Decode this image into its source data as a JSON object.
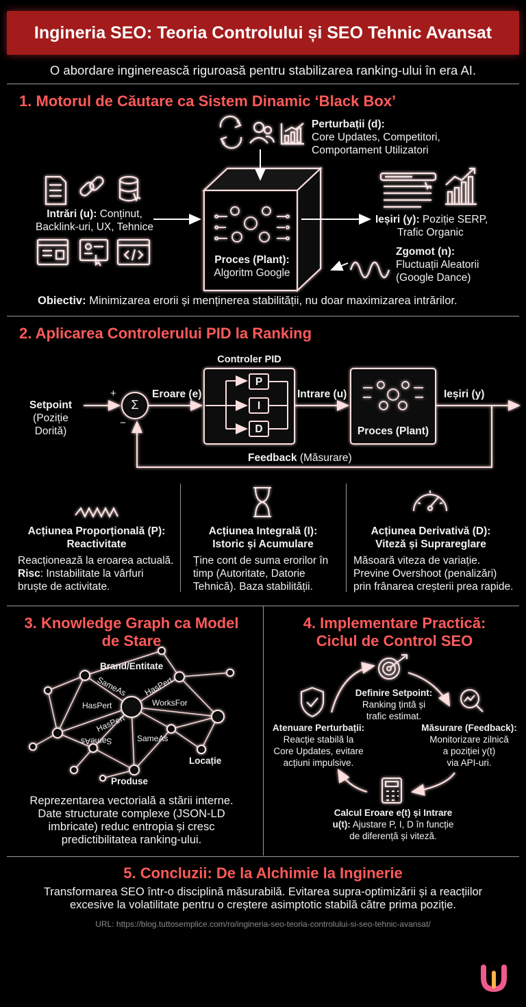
{
  "header": {
    "title": "Ingineria SEO: Teoria Controlului și SEO Tehnic Avansat",
    "subtitle": "O abordare inginerească riguroasă pentru stabilizarea ranking-ului în era AI."
  },
  "section1": {
    "title": "1. Motorul de Căutare ca Sistem Dinamic ‘Black Box’",
    "disturb_label": "Perturbații (d):",
    "disturb_text1": "Core Updates, Competitori,",
    "disturb_text2": "Comportament Utilizatori",
    "inputs_label": "Intrări (u):",
    "inputs_text1": " Conținut,",
    "inputs_text2": "Backlink-uri, UX, Tehnice",
    "plant_label": "Proces (Plant):",
    "plant_text": "Algoritm Google",
    "outputs_label": "Ieșiri (y):",
    "outputs_text1": " Poziție SERP,",
    "outputs_text2": "Trafic Organic",
    "noise_label": "Zgomot (n):",
    "noise_text1": "Fluctuații Aleatorii",
    "noise_text2": "(Google Dance)",
    "objective_label": "Obiectiv:",
    "objective_text": " Minimizarea erorii și menținerea stabilității, nu doar maximizarea intrărilor."
  },
  "section2": {
    "title": "2. Aplicarea Controlerului PID la Ranking",
    "setpoint_label": "Setpoint",
    "setpoint_sub": "(Poziție Dorită)",
    "plus": "+",
    "minus": "−",
    "sigma": "Σ",
    "error_label": "Eroare (e)",
    "controller_label": "Controler PID",
    "p": "P",
    "i": "I",
    "d": "D",
    "input_label": "Intrare (u)",
    "plant_label": "Proces (Plant)",
    "output_label": "Ieșiri (y)",
    "feedback_label": "Feedback",
    "feedback_sub": " (Măsurare)",
    "p_title1": "Acțiunea Proporțională (P):",
    "p_title2": "Reactivitate",
    "p_text1": "Reacționează la eroarea actuală.",
    "p_risk": "Risc",
    "p_text2": ": Instabilitate la vârfuri",
    "p_text3": "bruște de activitate.",
    "i_title1": "Acțiunea Integrală (I):",
    "i_title2": "Istoric și Acumulare",
    "i_text1": "Ține cont de suma erorilor în",
    "i_text2": "timp (Autoritate, Datorie",
    "i_text3": "Tehnică). Baza stabilității.",
    "d_title1": "Acțiunea Derivativă (D):",
    "d_title2": "Viteză și Suprareglare",
    "d_text1": "Măsoară viteza de variație.",
    "d_text2": "Previne Overshoot (penalizări)",
    "d_text3": "prin frânarea creșterii prea rapide."
  },
  "section3": {
    "title1": "3. Knowledge Graph ca Model",
    "title2": "de Stare",
    "node_brand": "Brand/Entitate",
    "node_location": "Locație",
    "node_product": "Produse",
    "edge_sameas1": "SameAs",
    "edge_haspert1": "HasPert",
    "edge_haspert2": "HasPert",
    "edge_worksfor": "WorksFor",
    "edge_haspert3": "HasPert",
    "edge_sameas2": "SameAs",
    "edge_sameas3": "SameAs",
    "text1": "Reprezentarea vectorială a stării interne.",
    "text2": "Date structurate complexe (JSON-LD",
    "text3": "imbricate) reduc entropia și cresc",
    "text4": "predictibilitatea ranking-ului."
  },
  "section4": {
    "title1": "4. Implementare Practică:",
    "title2": "Ciclul de Control SEO",
    "step1_title": "Definire Setpoint:",
    "step1_text1": "Ranking țintă și",
    "step1_text2": "trafic estimat.",
    "step2_title": "Măsurare (Feedback):",
    "step2_text1": "Monitorizare zilnică",
    "step2_text2": "a poziției y(t)",
    "step2_text3": "via API-uri.",
    "step3_title1": "Calcul Eroare e(t) și Intrare",
    "step3_title2": "u(t):",
    "step3_text1": " Ajustare P, I, D în funcție",
    "step3_text2": "de diferență și viteză.",
    "step4_title": "Atenuare Perturbații:",
    "step4_text1": "Reacție stabilă la",
    "step4_text2": "Core Updates, evitare",
    "step4_text3": "acțiuni impulsive."
  },
  "section5": {
    "title": "5. Concluzii: De la Alchimie la Inginerie",
    "text1": "Transformarea SEO într-o disciplină măsurabilă. Evitarea supra-optimizării și a reacțiilor",
    "text2": "excesive la volatilitate pentru o creștere asimptotic stabilă către prima poziție."
  },
  "footer": {
    "url": "URL: https://blog.tuttosemplice.com/ro/ingineria-seo-teoria-controlului-si-seo-tehnic-avansat/"
  },
  "colors": {
    "accent": "#ff5a5a",
    "title_bar": "#a31b1b",
    "glow": "#ff4d4d"
  }
}
